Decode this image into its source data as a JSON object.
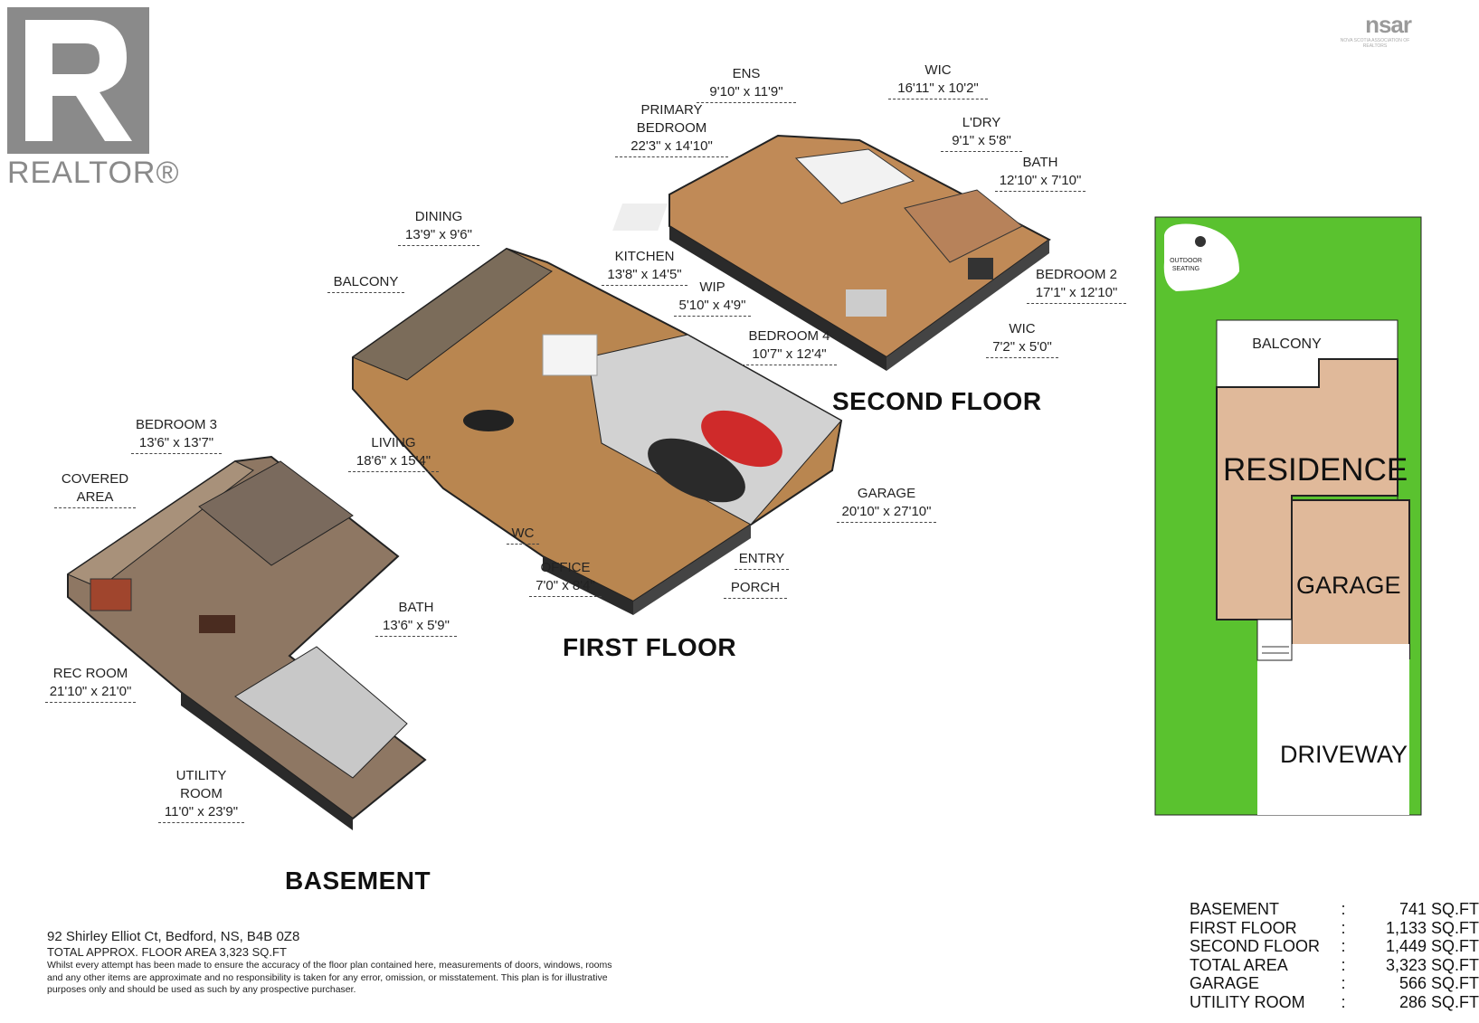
{
  "logo": {
    "realtor_word": "REALTOR®",
    "nsar_word": "nsar",
    "nsar_sub": "NOVA SCOTIA ASSOCIATION OF REALTORS"
  },
  "floors": {
    "second": {
      "title": "SECOND FLOOR",
      "rooms": [
        {
          "name": "ENS",
          "dim": "9'10\" x 11'9\""
        },
        {
          "name": "WIC",
          "dim": "16'11\" x 10'2\""
        },
        {
          "name": "PRIMARY\nBEDROOM",
          "dim": "22'3\" x 14'10\""
        },
        {
          "name": "L'DRY",
          "dim": "9'1\" x 5'8\""
        },
        {
          "name": "BATH",
          "dim": "12'10\" x 7'10\""
        },
        {
          "name": "BEDROOM 2",
          "dim": "17'1\" x 12'10\""
        },
        {
          "name": "BEDROOM 4",
          "dim": "10'7\" x 12'4\""
        },
        {
          "name": "WIC",
          "dim": "7'2\" x 5'0\""
        }
      ]
    },
    "first": {
      "title": "FIRST FLOOR",
      "rooms": [
        {
          "name": "DINING",
          "dim": "13'9\" x 9'6\""
        },
        {
          "name": "KITCHEN",
          "dim": "13'8\" x 14'5\""
        },
        {
          "name": "BALCONY",
          "dim": ""
        },
        {
          "name": "WIP",
          "dim": "5'10\" x 4'9\""
        },
        {
          "name": "LIVING",
          "dim": "18'6\" x 15'4\""
        },
        {
          "name": "GARAGE",
          "dim": "20'10\" x 27'10\""
        },
        {
          "name": "WC",
          "dim": ""
        },
        {
          "name": "ENTRY",
          "dim": ""
        },
        {
          "name": "OFFICE",
          "dim": "7'0\" x 8'4\""
        },
        {
          "name": "PORCH",
          "dim": ""
        }
      ]
    },
    "basement": {
      "title": "BASEMENT",
      "rooms": [
        {
          "name": "BEDROOM 3",
          "dim": "13'6\" x 13'7\""
        },
        {
          "name": "COVERED\nAREA",
          "dim": ""
        },
        {
          "name": "BATH",
          "dim": "13'6\" x 5'9\""
        },
        {
          "name": "REC ROOM",
          "dim": "21'10\" x 21'0\""
        },
        {
          "name": "UTILITY\nROOM",
          "dim": "11'0\" x 23'9\""
        }
      ]
    }
  },
  "site_plan": {
    "outdoor_seating": "OUTDOOR\nSEATING",
    "balcony": "BALCONY",
    "residence": "RESIDENCE",
    "garage": "GARAGE",
    "driveway": "DRIVEWAY",
    "colors": {
      "lawn": "#5ac22f",
      "building": "#e0b99a",
      "pavement": "#ffffff"
    }
  },
  "areas": [
    {
      "name": "BASEMENT",
      "sep": ":",
      "value": "741 SQ.FT"
    },
    {
      "name": "FIRST FLOOR",
      "sep": ":",
      "value": "1,133 SQ.FT"
    },
    {
      "name": "SECOND FLOOR",
      "sep": ":",
      "value": "1,449 SQ.FT"
    },
    {
      "name": "TOTAL AREA",
      "sep": ":",
      "value": "3,323 SQ.FT"
    },
    {
      "name": "GARAGE",
      "sep": ":",
      "value": "566 SQ.FT"
    },
    {
      "name": "UTILITY ROOM",
      "sep": ":",
      "value": "286 SQ.FT"
    }
  ],
  "footer": {
    "address": "92 Shirley Elliot Ct, Bedford, NS, B4B 0Z8",
    "total": "TOTAL APPROX. FLOOR AREA 3,323 SQ.FT",
    "disclaimer": "Whilst every attempt has been made to ensure the accuracy of the floor plan contained here, measurements of doors, windows, rooms and any other items are approximate and no responsibility is taken for any error, omission, or misstatement. This plan is for illustrative purposes only and should be used as such by any prospective purchaser."
  }
}
